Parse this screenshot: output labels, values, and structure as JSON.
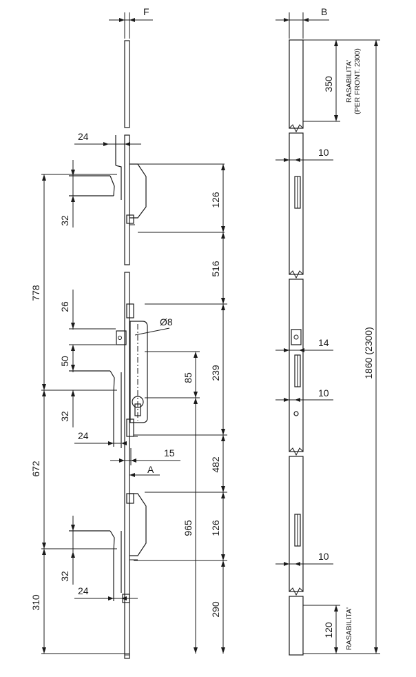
{
  "labels": {
    "F": "F",
    "B": "B",
    "A": "A",
    "diameter": "Ø8",
    "rasabilita_top_1": "RASABILITA'",
    "rasabilita_top_2": "(PER FRONT. 2300)",
    "rasabilita_bottom": "RASABILITA'"
  },
  "dims": {
    "d24a": "24",
    "d32a": "32",
    "d126a": "126",
    "d516": "516",
    "d778": "778",
    "d26": "26",
    "d50": "50",
    "d85": "85",
    "d239": "239",
    "d32b": "32",
    "d24b": "24",
    "d15": "15",
    "d672": "672",
    "d482": "482",
    "d965": "965",
    "d126b": "126",
    "d32c": "32",
    "d24c": "24",
    "d310": "310",
    "d290": "290",
    "r350": "350",
    "r10a": "10",
    "r14": "14",
    "r10b": "10",
    "r1860": "1860 (2300)",
    "r10c": "10",
    "r120": "120"
  }
}
